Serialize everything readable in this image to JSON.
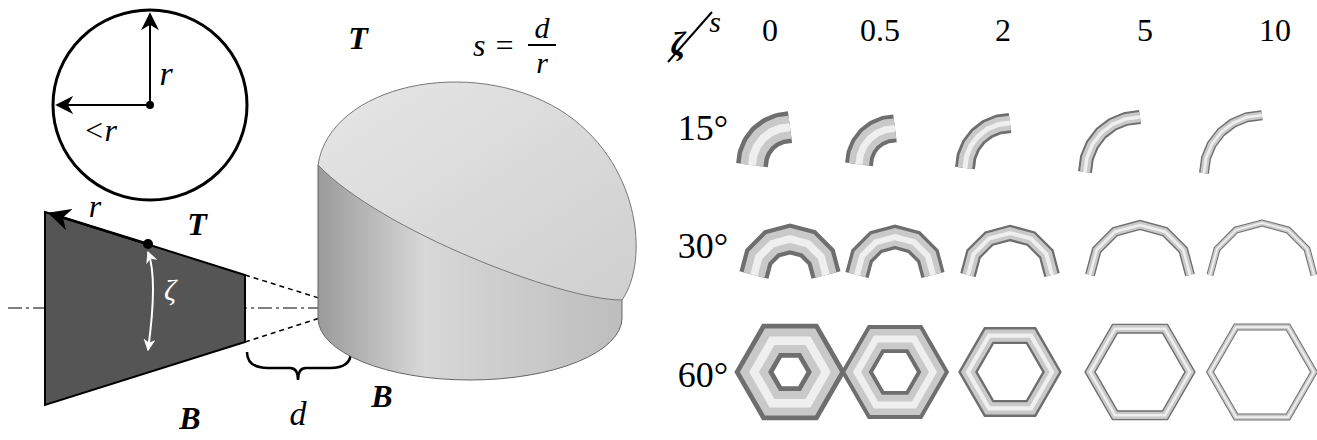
{
  "diagram": {
    "labels": [
      "r",
      "<r",
      "r",
      "T",
      "ζ",
      "B",
      "d",
      "T",
      "s =",
      "d",
      "r",
      "B",
      "ζ",
      "s",
      "0",
      "0.5",
      "2",
      "5",
      "10",
      "15°",
      "30°",
      "60°"
    ]
  }
}
